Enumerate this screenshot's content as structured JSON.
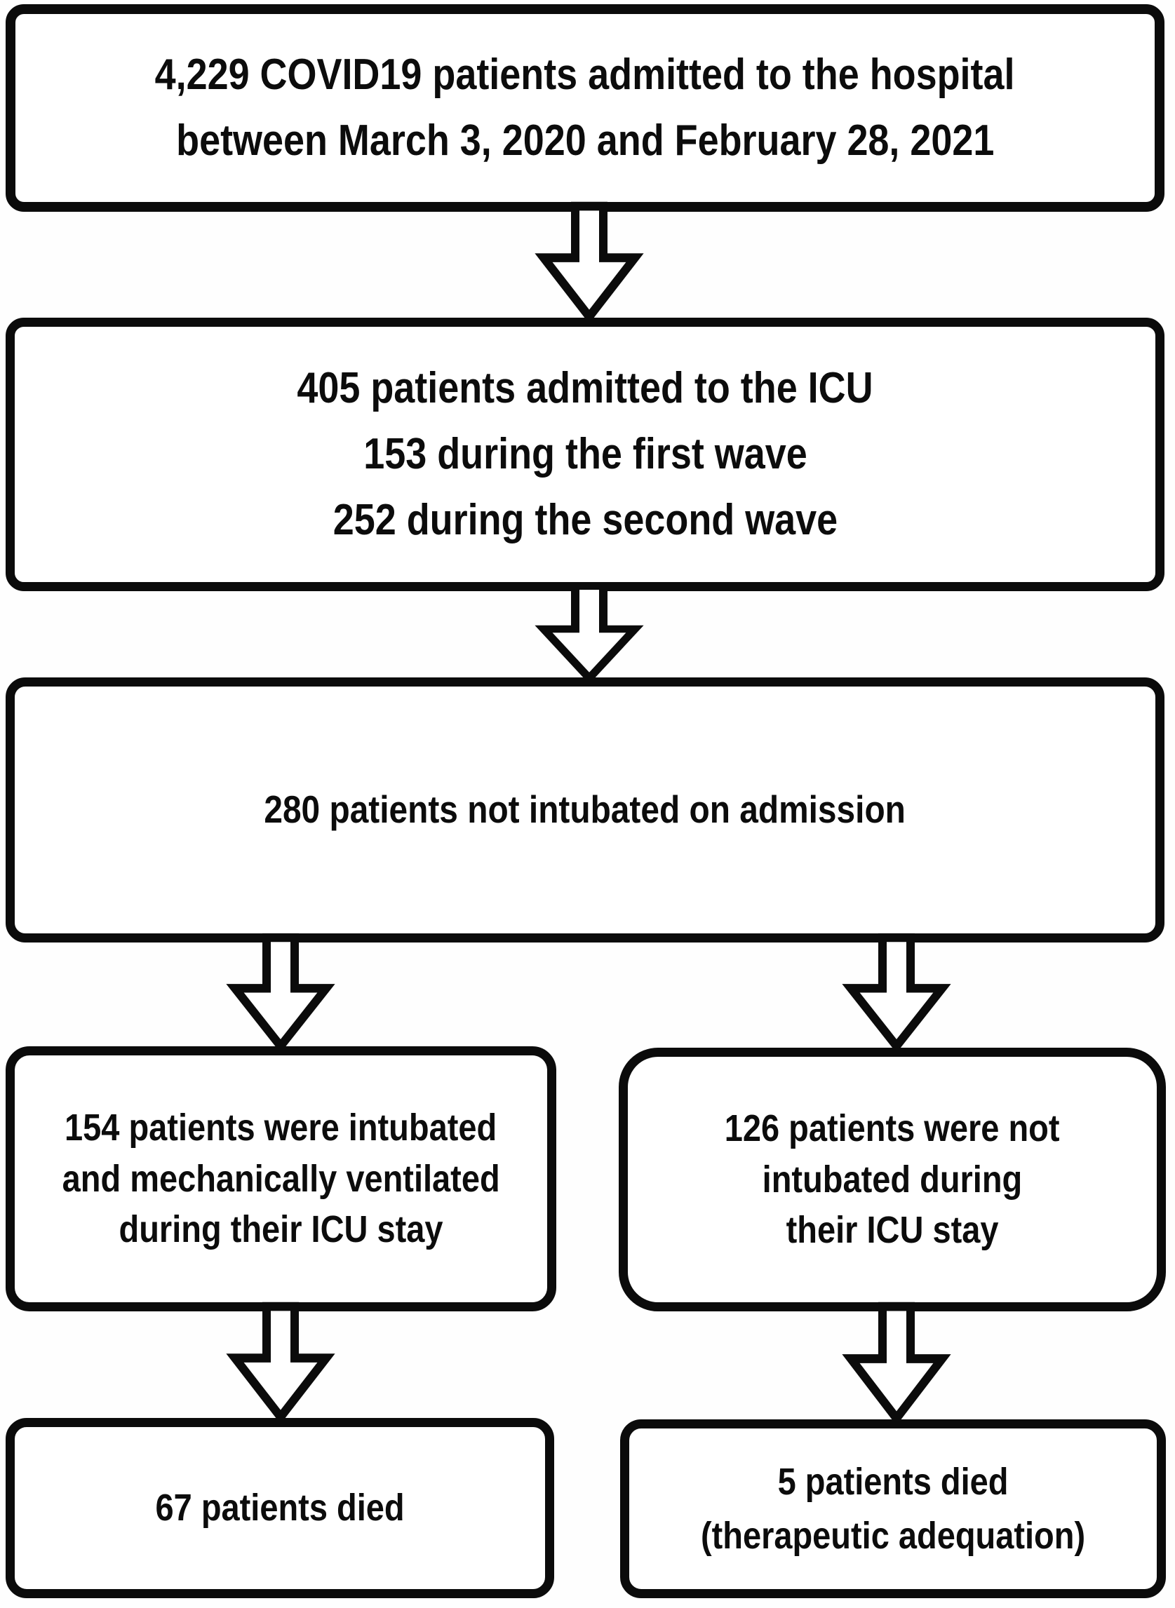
{
  "figure": {
    "type": "patient-flow-diagram",
    "background_color": "#fefefe",
    "box_fill_color": "#ffffff",
    "line_color": "#0b0b0b",
    "text_color": "#0c0c0c"
  },
  "boxes": {
    "hospital": {
      "lines": [
        "4,229 COVID19 patients admitted to the hospital",
        "between March 3, 2020 and February 28, 2021"
      ]
    },
    "icu": {
      "lines": [
        "405 patients admitted to the ICU",
        "153 during the first wave",
        "252 during the second wave"
      ]
    },
    "not_intubated_admission": {
      "lines": [
        "280 patients not intubated on admission"
      ]
    },
    "intubated_ventilated": {
      "lines": [
        "154 patients were intubated",
        "and mechanically ventilated",
        "during their ICU stay"
      ]
    },
    "not_intubated_stay": {
      "lines": [
        "126 patients were not",
        "intubated during",
        "their ICU stay"
      ]
    },
    "died_ventilated": {
      "lines": [
        "67 patients died"
      ]
    },
    "died_not_intubated": {
      "lines": [
        "5 patients died",
        "(therapeutic adequation)"
      ]
    }
  },
  "arrows": [
    {
      "from": "hospital",
      "to": "icu"
    },
    {
      "from": "icu",
      "to": "not_intubated_admission"
    },
    {
      "from": "not_intubated_admission",
      "to": "intubated_ventilated"
    },
    {
      "from": "not_intubated_admission",
      "to": "not_intubated_stay"
    },
    {
      "from": "intubated_ventilated",
      "to": "died_ventilated"
    },
    {
      "from": "not_intubated_stay",
      "to": "died_not_intubated"
    }
  ]
}
